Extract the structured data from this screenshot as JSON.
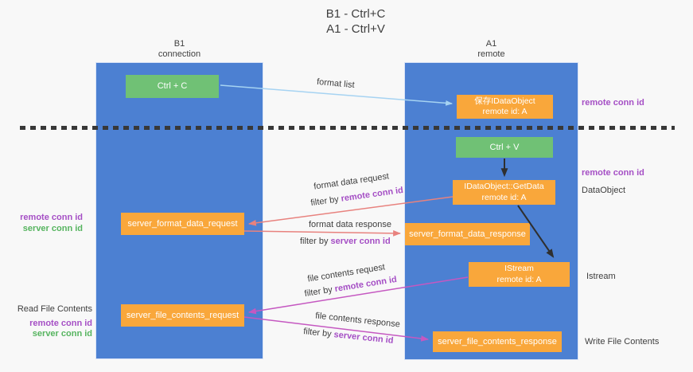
{
  "title": {
    "line1": "B1 - Ctrl+C",
    "line2": "A1 - Ctrl+V"
  },
  "lanes": {
    "left": {
      "name": "B1",
      "subtitle": "connection"
    },
    "right": {
      "name": "A1",
      "subtitle": "remote"
    }
  },
  "nodes": {
    "ctrl_c": "Ctrl + C",
    "ctrl_v": "Ctrl + V",
    "save_idataobject": {
      "line1": "保存IDataObject",
      "line2": "remote id: A"
    },
    "getdata": {
      "line1": "IDataObject::GetData",
      "line2": "remote id: A"
    },
    "istream": {
      "line1": "IStream",
      "line2": "remote id: A"
    },
    "server_format_data_request": "server_format_data_request",
    "server_format_data_response": "server_format_data_response",
    "server_file_contents_request": "server_file_contents_request",
    "server_file_contents_response": "server_file_contents_response"
  },
  "edge_labels": {
    "format_list": "format list",
    "format_data_request": "format data request",
    "format_data_response": "format data response",
    "file_contents_request": "file contents request",
    "file_contents_response": "file contents response",
    "filter_by": "filter by ",
    "remote_conn_id": "remote conn id",
    "server_conn_id": "server conn id"
  },
  "side_labels": {
    "remote_conn_id": "remote conn id",
    "server_conn_id": "server conn id",
    "dataobject": "DataObject",
    "istream": "Istream",
    "read_file_contents": "Read File Contents",
    "write_file_contents": "Write File Contents"
  },
  "colors": {
    "lane_blue": "#4c80d2",
    "box_green": "#70c175",
    "box_orange": "#f9a73b",
    "purple_text": "#a54fc5",
    "green_text": "#56b45f",
    "salmon_arrow": "#e8827e",
    "magenta_arrow": "#c558c1",
    "light_blue_arrow": "#a6d3f2",
    "black_arrow": "#2f2f2f"
  }
}
